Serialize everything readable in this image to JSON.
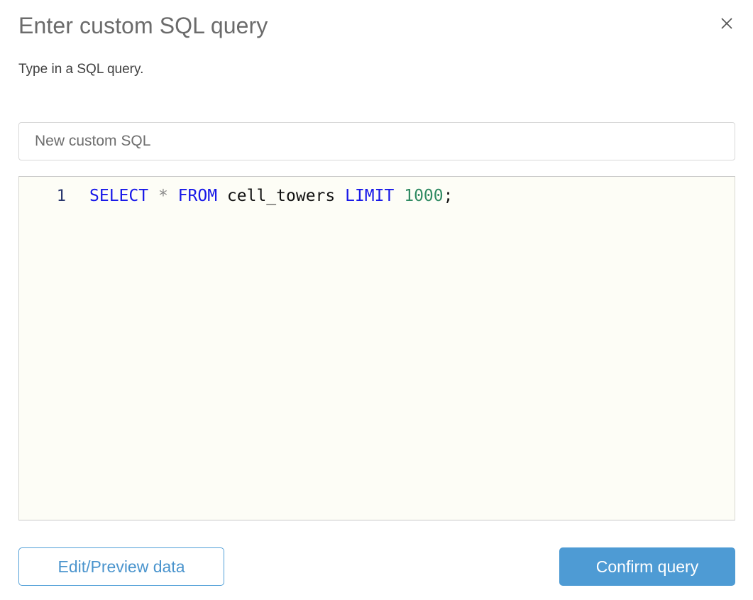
{
  "dialog": {
    "title": "Enter custom SQL query",
    "subtitle": "Type in a SQL query.",
    "close_icon": "close-icon"
  },
  "name_field": {
    "value": "",
    "placeholder": "New custom SQL"
  },
  "editor": {
    "language": "sql",
    "line_numbers": [
      "1"
    ],
    "full_query": "SELECT * FROM cell_towers LIMIT 1000;",
    "tokens": [
      {
        "text": "SELECT",
        "type": "keyword"
      },
      {
        "text": " ",
        "type": "plain"
      },
      {
        "text": "*",
        "type": "star"
      },
      {
        "text": " ",
        "type": "plain"
      },
      {
        "text": "FROM",
        "type": "keyword"
      },
      {
        "text": " ",
        "type": "plain"
      },
      {
        "text": "cell_towers",
        "type": "ident"
      },
      {
        "text": " ",
        "type": "plain"
      },
      {
        "text": "LIMIT",
        "type": "keyword"
      },
      {
        "text": " ",
        "type": "plain"
      },
      {
        "text": "1000",
        "type": "number"
      },
      {
        "text": ";",
        "type": "punct"
      }
    ]
  },
  "footer": {
    "secondary_label": "Edit/Preview data",
    "primary_label": "Confirm query"
  },
  "colors": {
    "accent_blue": "#4e9bd4",
    "outline_blue": "#53a0d8",
    "keyword_blue": "#1717e8",
    "number_green": "#2f8a62",
    "line_number_navy": "#27356c",
    "title_grey": "#6b6b6b",
    "editor_background": "#fdfdf6"
  }
}
